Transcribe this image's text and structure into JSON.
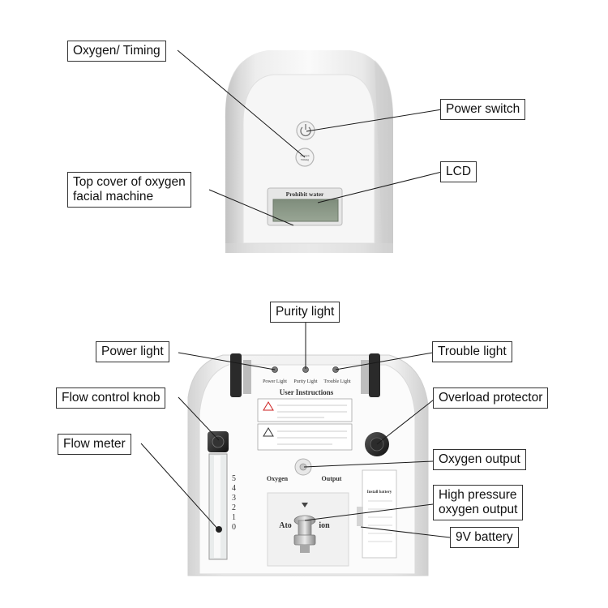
{
  "top": {
    "oxygen_timing": "Oxygen/ Timing",
    "power_switch": "Power switch",
    "top_cover_line1": "Top cover of oxygen",
    "top_cover_line2": "facial machine",
    "lcd": "LCD",
    "lcd_caption": "Prohibit water"
  },
  "bottom": {
    "purity_light": "Purity light",
    "power_light": "Power light",
    "trouble_light": "Trouble light",
    "flow_control_knob": "Flow control knob",
    "overload_protector": "Overload protector",
    "flow_meter": "Flow meter",
    "oxygen_output": "Oxygen output",
    "high_pressure_line1": "High pressure",
    "high_pressure_line2": "oxygen output",
    "battery_9v": "9V battery"
  },
  "panel": {
    "power_light_caption": "Power Light",
    "purity_light_caption": "Purity Light",
    "trouble_light_caption": "Trouble Light",
    "user_instructions": "User Instructions",
    "oxygen": "Oxygen",
    "output": "Output",
    "atomization_partial": "Ato",
    "atomization_end": "ion",
    "install_battery": "Install battery",
    "meter_scale": [
      "5",
      "4",
      "3",
      "2",
      "1",
      "0"
    ]
  },
  "colors": {
    "housing": "#ededed",
    "lcd_green": "#8e9c8a",
    "label_border": "#333333"
  }
}
